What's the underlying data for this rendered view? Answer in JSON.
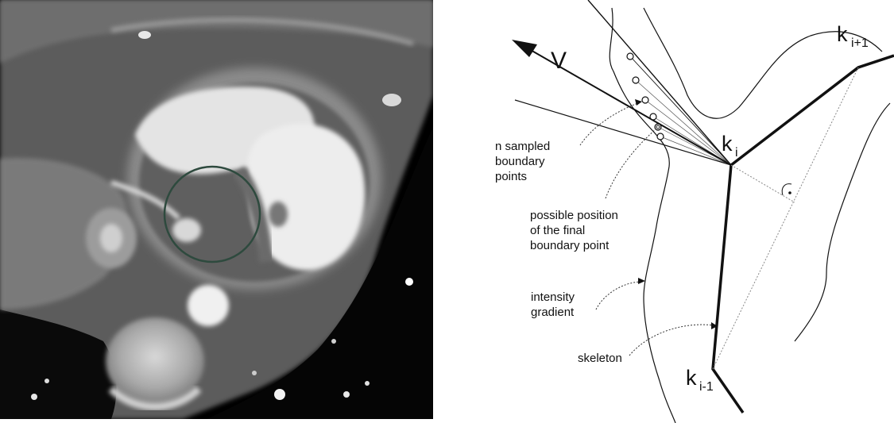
{
  "labels": {
    "v": "V",
    "k_i_main": "k",
    "k_i_sub": "i",
    "k_next_main": "k",
    "k_next_sub": "i+1",
    "k_prev_main": "k",
    "k_prev_sub": "i-1",
    "sampled_line1": "n sampled",
    "sampled_line2": "boundary",
    "sampled_line3": "points",
    "possible_line1": "possible position",
    "possible_line2": "of the final",
    "possible_line3": "boundary point",
    "intensity_line1": "intensity",
    "intensity_line2": "gradient",
    "skeleton": "skeleton"
  },
  "colors": {
    "ct_background": "#000000",
    "ct_circle": "#2e4a3e",
    "diagram_ink": "#111111",
    "dotted_line": "#888888"
  }
}
